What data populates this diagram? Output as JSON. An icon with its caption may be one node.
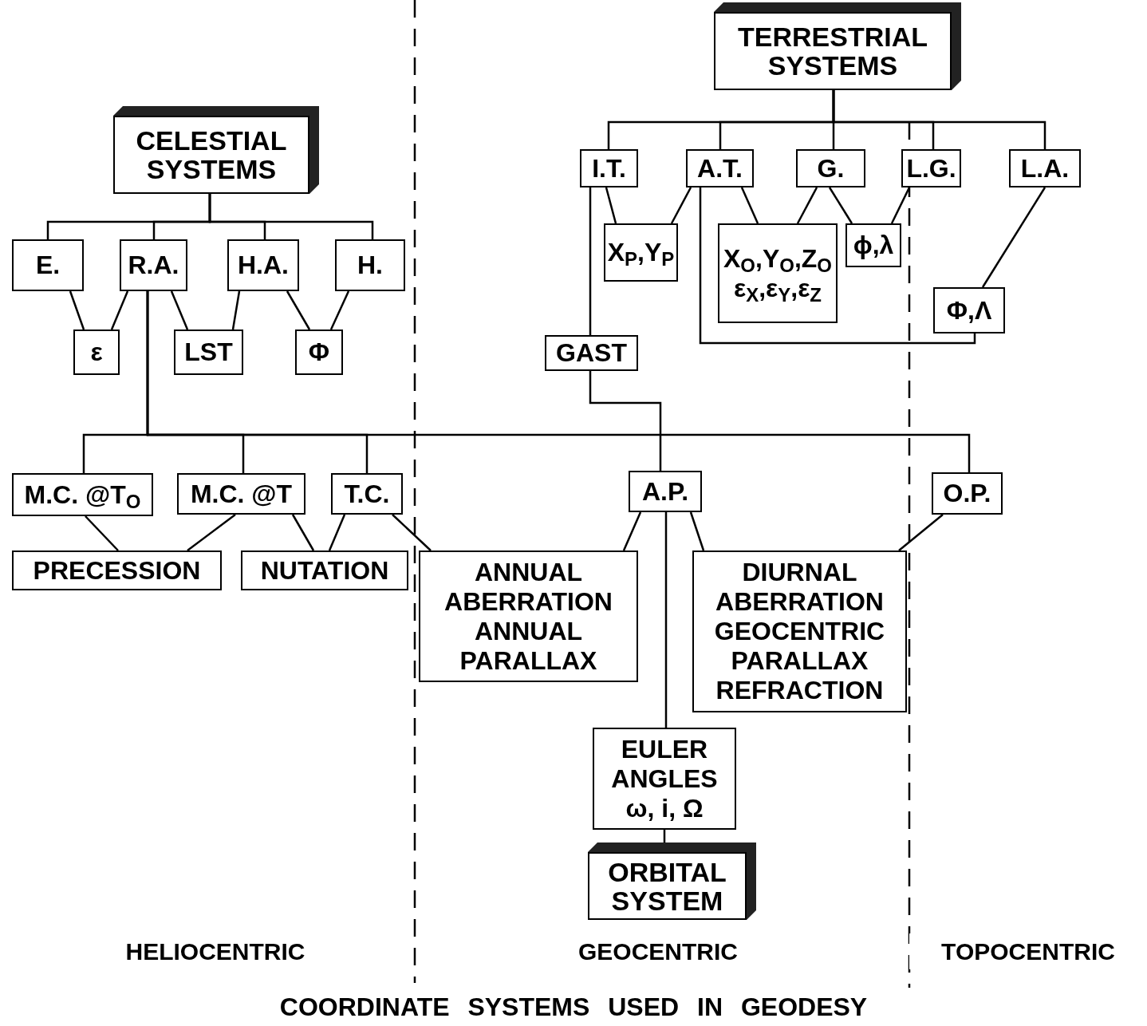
{
  "diagram": {
    "caption": "COORDINATE SYSTEMS USED IN GEODESY",
    "nodes": [
      {
        "text": [
          "TERRESTRIAL SYSTEMS"
        ]
      },
      {
        "text": [
          "CELESTIAL SYSTEMS"
        ]
      },
      {
        "text": [
          "I.T."
        ]
      },
      {
        "text": [
          "A.T."
        ]
      },
      {
        "text": [
          "G."
        ]
      },
      {
        "text": [
          "L.G."
        ]
      },
      {
        "text": [
          "L.A."
        ]
      },
      {
        "text": [
          "E."
        ]
      },
      {
        "text": [
          "R.A."
        ]
      },
      {
        "text": [
          "H.A."
        ]
      },
      {
        "text": [
          "H."
        ]
      },
      {
        "text": [
          "X$_{P}$,Y$_{P}$"
        ]
      },
      {
        "text": [
          "X$_{O}$,Y$_{O}$,Z$_{O}$",
          "ε$_{X}$,ε$_{Y}$,ε$_{Z}$"
        ]
      },
      {
        "text": [
          "ϕ,λ"
        ]
      },
      {
        "text": [
          "ε"
        ]
      },
      {
        "text": [
          "LST"
        ]
      },
      {
        "text": [
          "Φ"
        ]
      },
      {
        "text": [
          "Φ,Λ"
        ]
      },
      {
        "text": [
          "GAST"
        ]
      },
      {
        "text": [
          "M.C. @T$_{O}$"
        ]
      },
      {
        "text": [
          "M.C. @T"
        ]
      },
      {
        "text": [
          "T.C."
        ]
      },
      {
        "text": [
          "A.P."
        ]
      },
      {
        "text": [
          "O.P."
        ]
      },
      {
        "text": [
          "PRECESSION"
        ]
      },
      {
        "text": [
          "NUTATION"
        ]
      },
      {
        "text": [
          "ANNUAL ABERRATION ANNUAL PARALLAX"
        ]
      },
      {
        "text": [
          "DIURNAL ABERRATION GEOCENTRIC PARALLAX REFRACTION"
        ]
      },
      {
        "text": [
          "EULER ANGLES",
          "ω, i, Ω"
        ]
      },
      {
        "text": [
          "ORBITAL SYSTEM"
        ]
      }
    ],
    "edges": [
      {
        "from": 0,
        "to": 2,
        "arrow": "none"
      },
      {
        "from": 0,
        "to": 3,
        "arrow": "none"
      },
      {
        "from": 0,
        "to": 4,
        "arrow": "none"
      },
      {
        "from": 0,
        "to": 5,
        "arrow": "none"
      },
      {
        "from": 0,
        "to": 6,
        "arrow": "none"
      },
      {
        "from": 1,
        "to": 7,
        "arrow": "none"
      },
      {
        "from": 1,
        "to": 8,
        "arrow": "none"
      },
      {
        "from": 1,
        "to": 9,
        "arrow": "none"
      },
      {
        "from": 1,
        "to": 10,
        "arrow": "none"
      },
      {
        "from": 7,
        "to": 14,
        "arrow": "none"
      },
      {
        "from": 8,
        "to": 14,
        "arrow": "none"
      },
      {
        "from": 8,
        "to": 15,
        "arrow": "none"
      },
      {
        "from": 9,
        "to": 15,
        "arrow": "none"
      },
      {
        "from": 9,
        "to": 16,
        "arrow": "none"
      },
      {
        "from": 10,
        "to": 16,
        "arrow": "none"
      },
      {
        "from": 2,
        "to": 11,
        "arrow": "none"
      },
      {
        "from": 3,
        "to": 11,
        "arrow": "none"
      },
      {
        "from": 3,
        "to": 12,
        "arrow": "none"
      },
      {
        "from": 4,
        "to": 12,
        "arrow": "none"
      },
      {
        "from": 4,
        "to": 13,
        "arrow": "none"
      },
      {
        "from": 5,
        "to": 13,
        "arrow": "none"
      },
      {
        "from": 6,
        "to": 17,
        "arrow": "none"
      },
      {
        "from": 3,
        "to": 17,
        "arrow": "none"
      },
      {
        "from": 2,
        "to": 18,
        "arrow": "none"
      },
      {
        "from": 18,
        "to": 22,
        "arrow": "none"
      },
      {
        "from": 8,
        "to": 19,
        "arrow": "none"
      },
      {
        "from": 8,
        "to": 20,
        "arrow": "none"
      },
      {
        "from": 8,
        "to": 21,
        "arrow": "none"
      },
      {
        "from": 8,
        "to": 23,
        "arrow": "none"
      },
      {
        "from": 19,
        "to": 24,
        "arrow": "none"
      },
      {
        "from": 20,
        "to": 24,
        "arrow": "none"
      },
      {
        "from": 20,
        "to": 25,
        "arrow": "none"
      },
      {
        "from": 21,
        "to": 25,
        "arrow": "none"
      },
      {
        "from": 21,
        "to": 26,
        "arrow": "none"
      },
      {
        "from": 22,
        "to": 26,
        "arrow": "none"
      },
      {
        "from": 22,
        "to": 27,
        "arrow": "none"
      },
      {
        "from": 23,
        "to": 27,
        "arrow": "none"
      },
      {
        "from": 22,
        "to": 28,
        "arrow": "none"
      },
      {
        "from": 28,
        "to": 29,
        "arrow": "none"
      }
    ],
    "labels": [
      "HELIOCENTRIC",
      "GEOCENTRIC",
      "TOPOCENTRIC"
    ]
  }
}
